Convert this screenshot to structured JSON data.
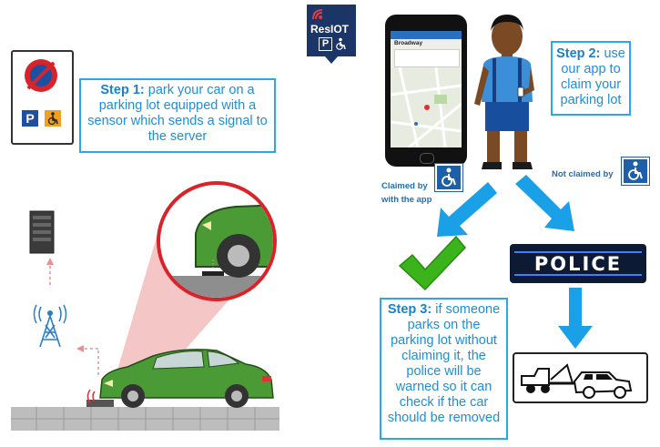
{
  "logo": {
    "text": "ResIOT",
    "sub": "P"
  },
  "step1": {
    "title": "Step 1:",
    "text": "park your car on a parking lot equipped with a sensor which sends a signal to the server"
  },
  "step2": {
    "title": "Step 2:",
    "text": "use our app to claim your parking lot"
  },
  "step3": {
    "title": "Step 3:",
    "text": "if someone parks on the parking lot without claiming it, the police will be warned so it can check if the car should be removed"
  },
  "labels": {
    "claimed": "Claimed by with the app",
    "claimed_line1": "Claimed by",
    "claimed_line2": "with the app",
    "not_claimed": "Not claimed by"
  },
  "police": {
    "text": "POLICE"
  },
  "phone": {
    "address": "Broadway"
  },
  "sign": {
    "p_letter": "P"
  },
  "colors": {
    "accent": "#29a9e8",
    "arrow": "#1aa0e6",
    "check": "#3bb31a",
    "police_bg": "#0c1a33",
    "car": "#4a9a35"
  }
}
